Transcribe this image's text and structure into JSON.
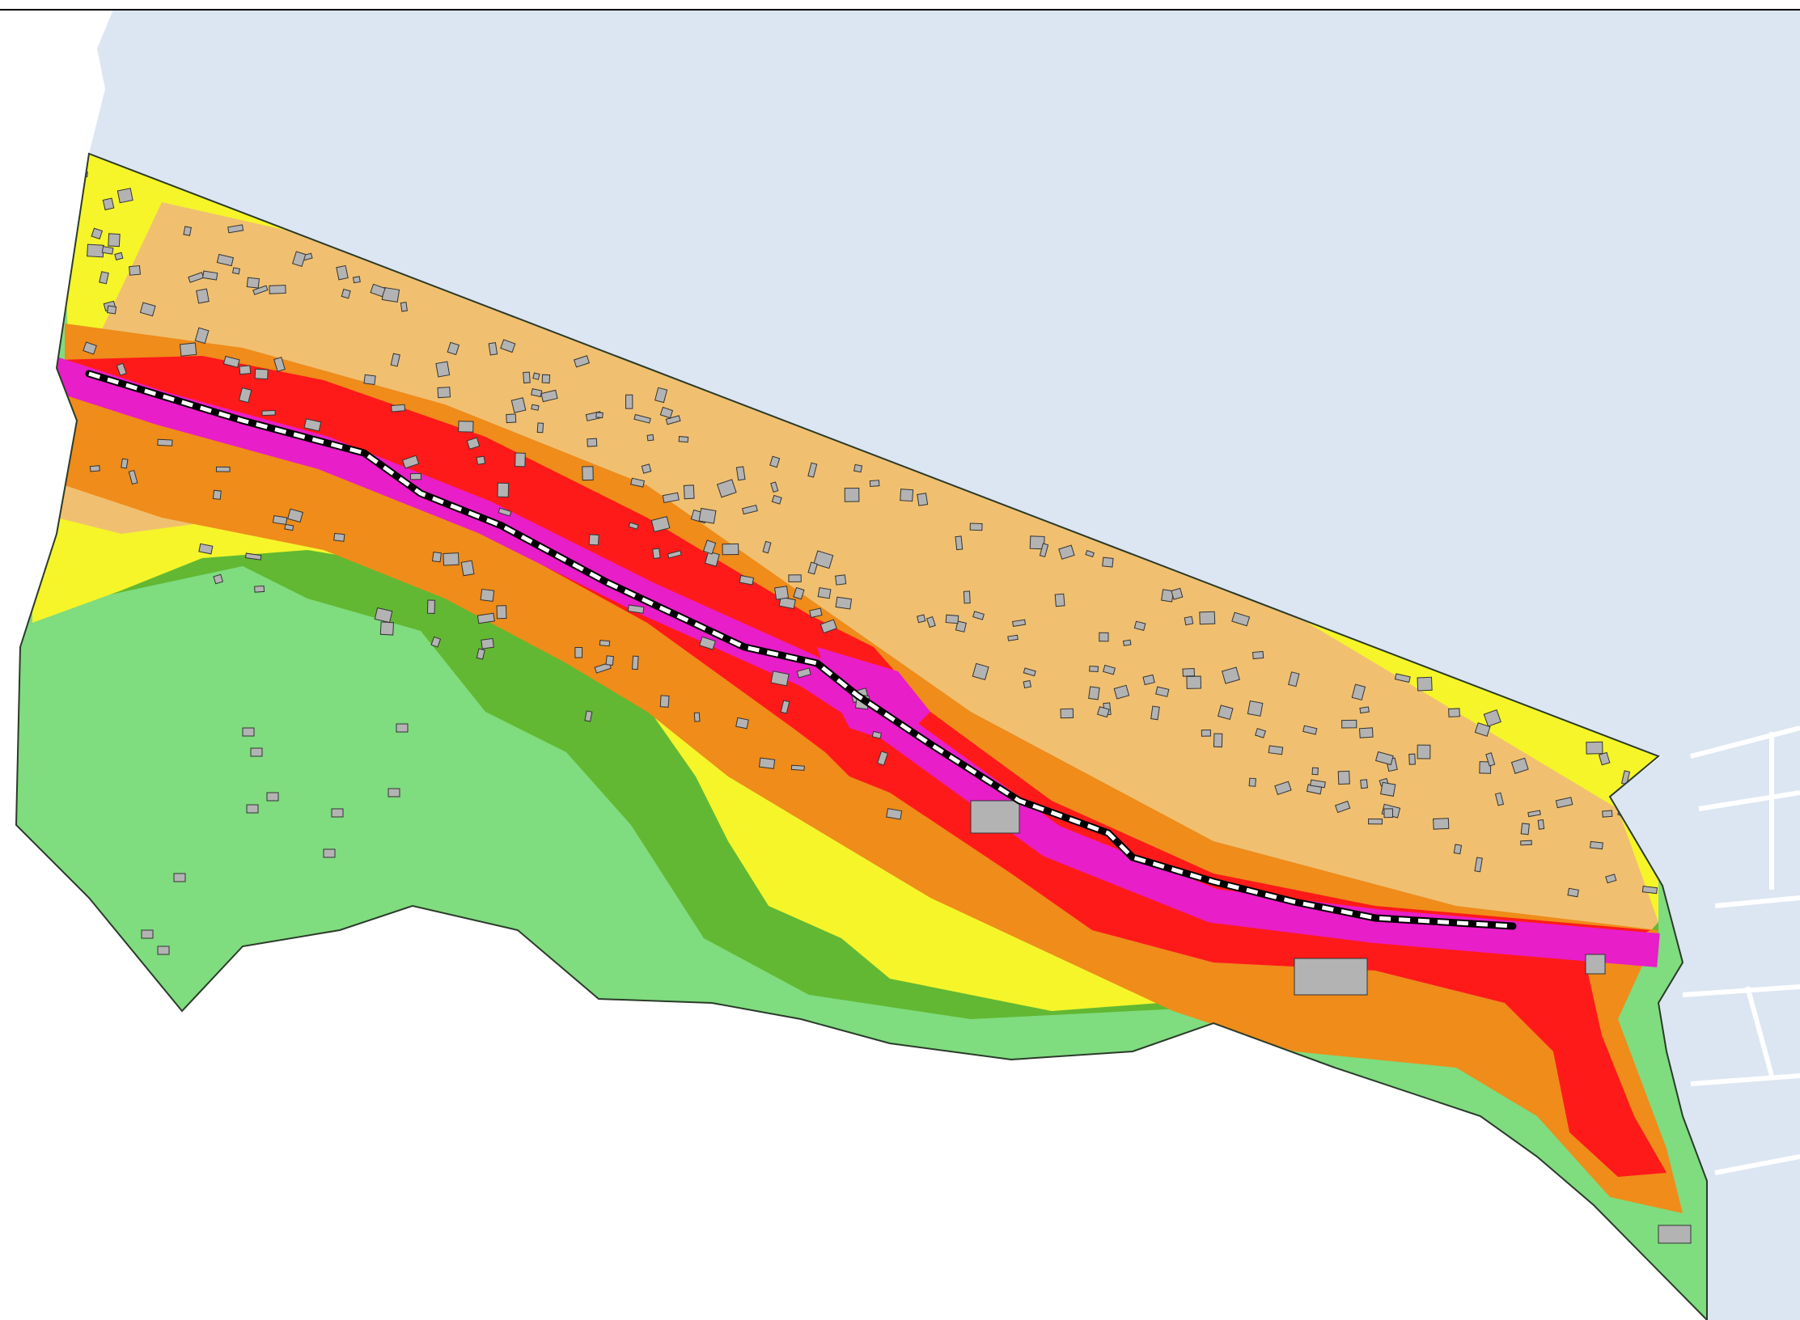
{
  "map": {
    "type": "noise-contour-map",
    "colors": {
      "background": "#ffffff",
      "frame_line": "#000000",
      "outside_area": "#dce6f2",
      "outside_lines": "#ffffff",
      "outline": "#2b3a2a",
      "zone_lightest": "#7fdc7f",
      "zone_light": "#62b832",
      "zone_low": "#f5f52a",
      "zone_mid_low": "#f0c070",
      "zone_mid": "#ef8c1a",
      "zone_high": "#ff1a1a",
      "zone_highest": "#e81ec8",
      "buildings": "#b3b3b3",
      "building_outline": "#333333",
      "route_line_outer": "#000000",
      "route_line_inner": "#ffffff"
    },
    "features": [
      "study-area-boundary",
      "noise-zones",
      "main-road",
      "dashed-route",
      "buildings",
      "water-or-outside-area"
    ]
  }
}
